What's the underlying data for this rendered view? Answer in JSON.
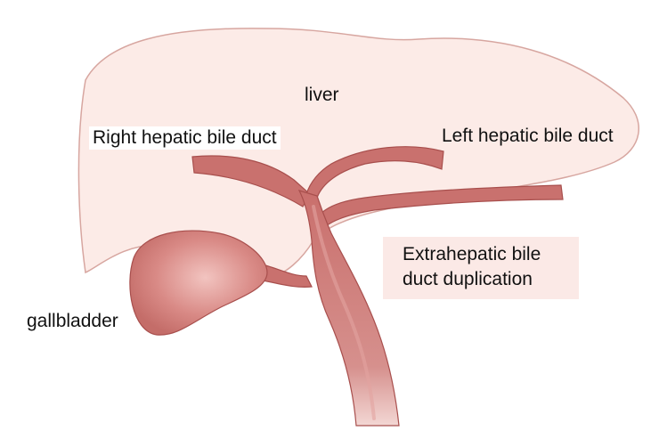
{
  "labels": {
    "liver": "liver",
    "right_hepatic": "Right hepatic bile duct",
    "left_hepatic": "Left hepatic bile duct",
    "extrahepatic_line1": "Extrahepatic bile",
    "extrahepatic_line2": "duct duplication",
    "gallbladder": "gallbladder"
  },
  "colors": {
    "liver_fill": "#fcebe7",
    "liver_stroke": "#d7a6a0",
    "duct_fill": "#c9716e",
    "duct_highlight": "#dc9290",
    "duct_stroke": "#a84f4d",
    "gallbladder_fill": "#d88784",
    "label_box": "#fbe9e6"
  }
}
